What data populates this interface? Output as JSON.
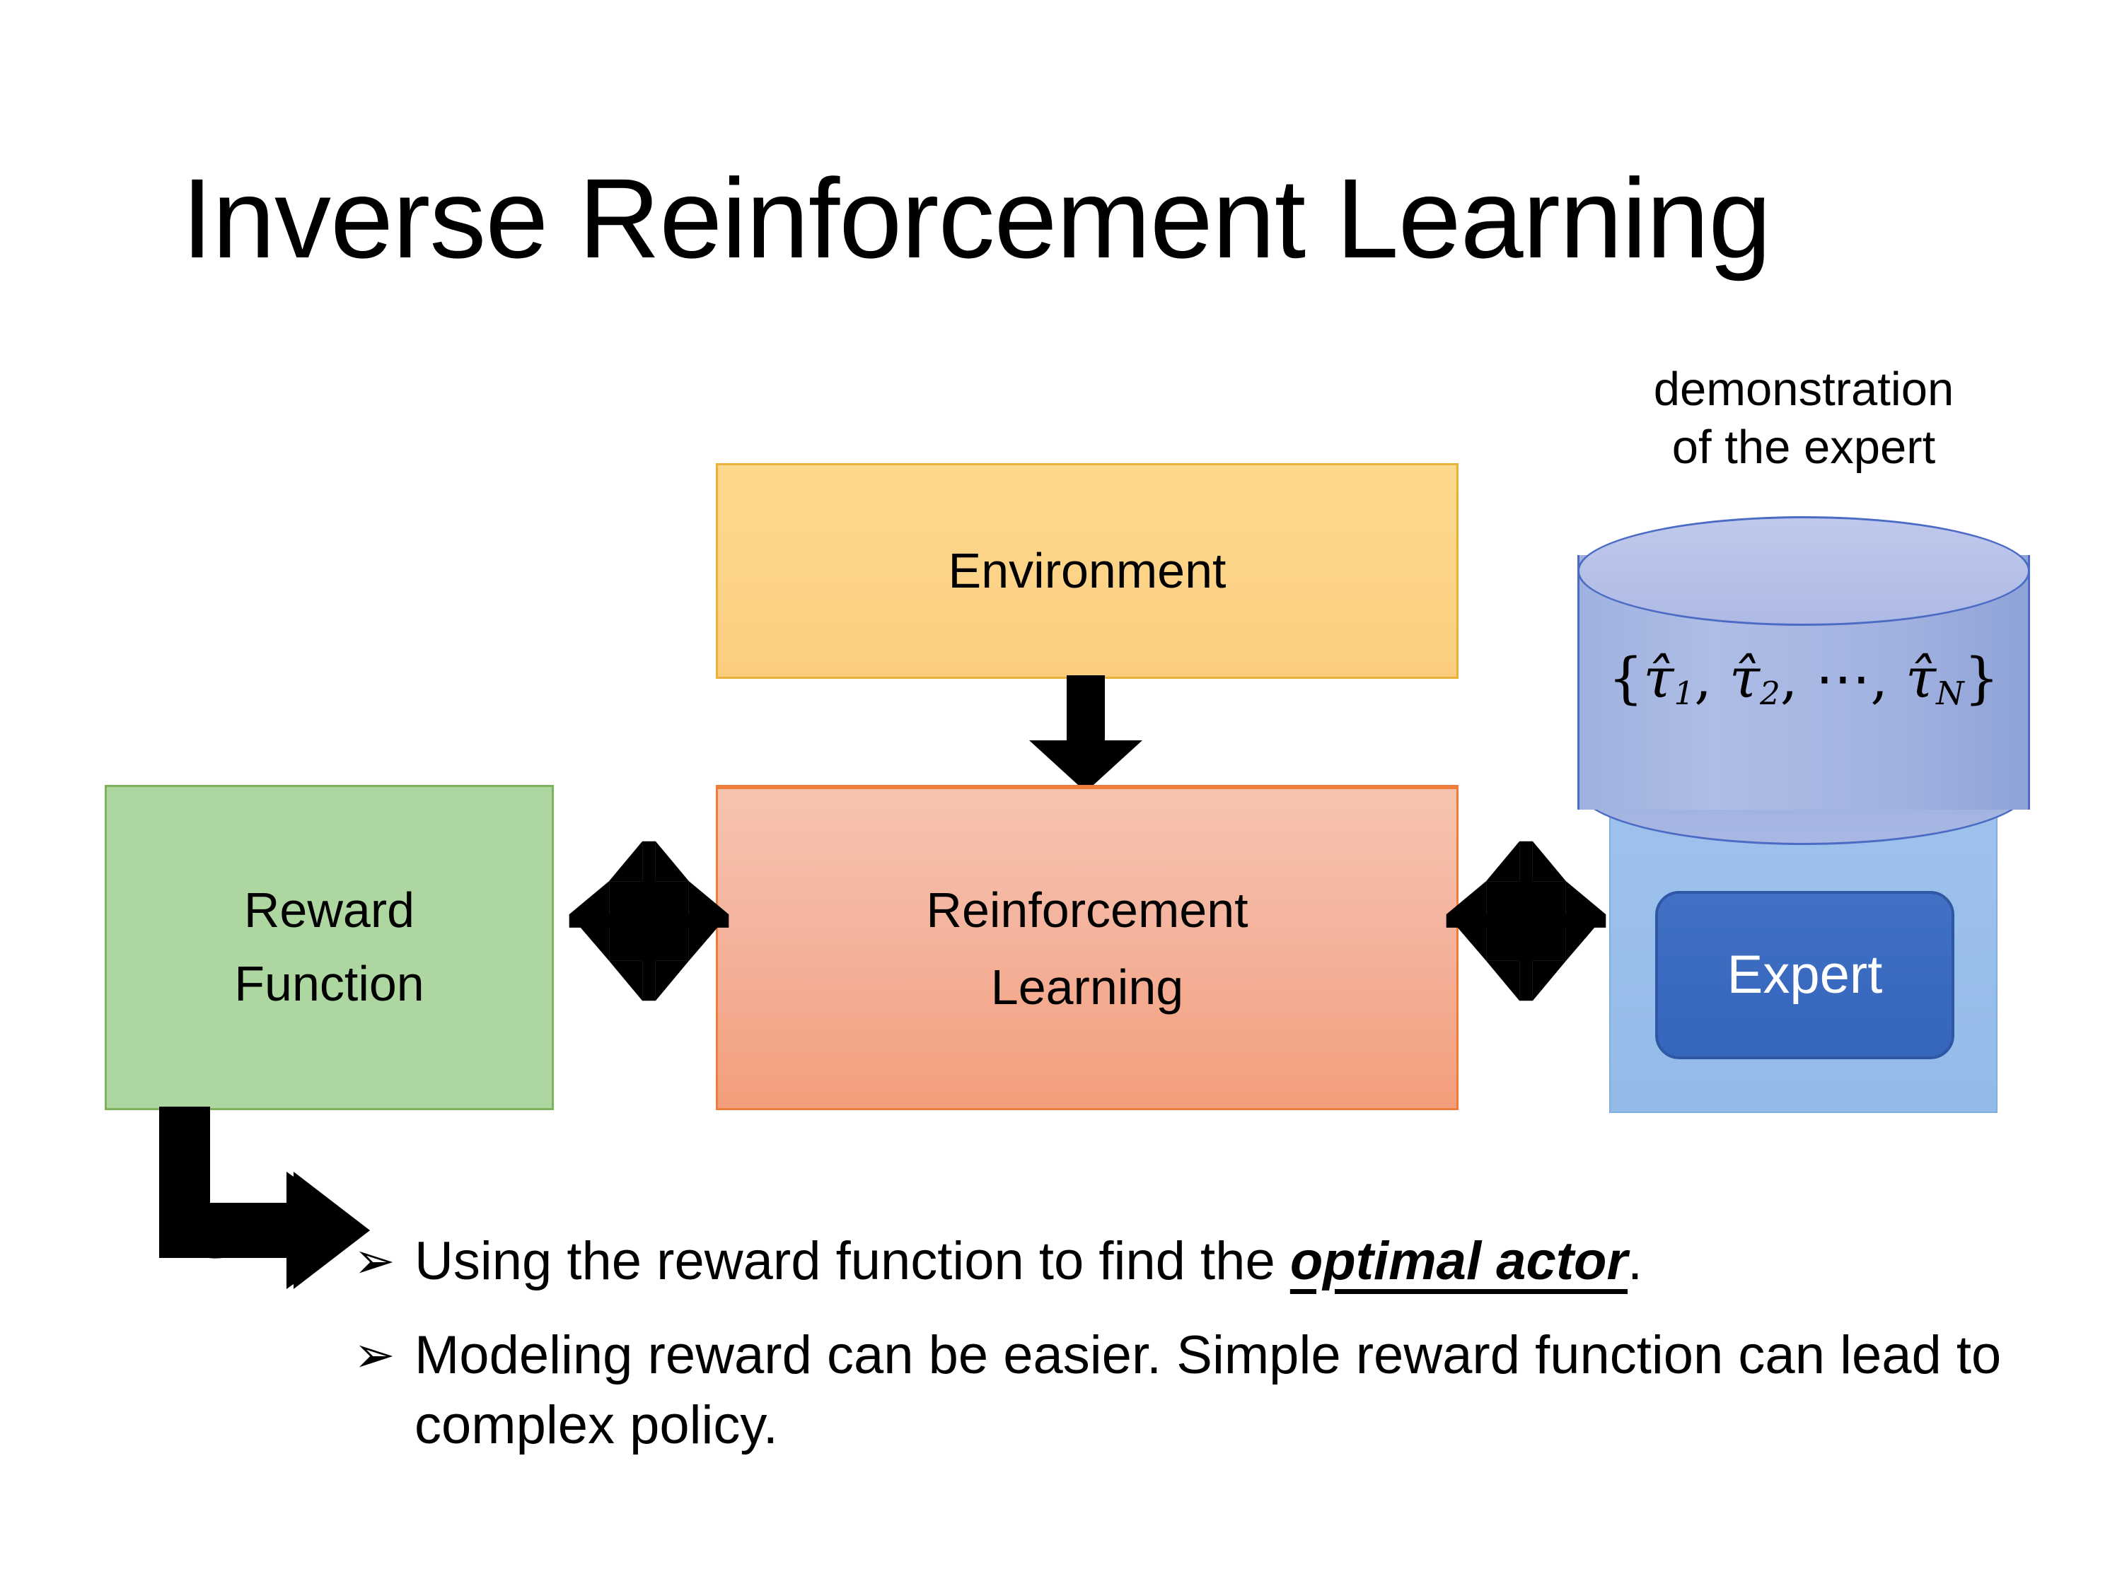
{
  "slide": {
    "title": "Inverse Reinforcement Learning",
    "background": "#FFFFFF"
  },
  "diagram": {
    "environment": {
      "label": "Environment",
      "fill": "#FCD387",
      "border": "#E8B13C"
    },
    "reinforcement_learning": {
      "label_line1": "Reinforcement",
      "label_line2": "Learning",
      "fill_top": "#F6C4AE",
      "fill_bottom": "#F39E7C",
      "border": "#ED7D3A"
    },
    "reward_function": {
      "label_line1": "Reward",
      "label_line2": "Function",
      "fill": "#AED6A0",
      "border": "#7BB35F"
    },
    "expert": {
      "caption_line1": "demonstration",
      "caption_line2": "of the expert",
      "cylinder_formula_open": "{",
      "cylinder_tau1": "τ̂",
      "cylinder_sub1": "1",
      "cylinder_sep1": ", ",
      "cylinder_tau2": "τ̂",
      "cylinder_sub2": "2",
      "cylinder_sep2": ", ⋯, ",
      "cylinder_tauN": "τ̂",
      "cylinder_subN": "N",
      "cylinder_formula_close": "}",
      "cylinder_formula_plain": "{τ̂₁, τ̂₂, ⋯, τ̂ₙ}",
      "button_label": "Expert",
      "cylinder_fill": "#A2B2E0",
      "cylinder_border": "#4B6BC4",
      "backplate_fill": "#94BAE8",
      "button_fill": "#3566BC",
      "button_text_color": "#FFFFFF"
    },
    "connectors": {
      "environment_to_rl": "down-arrow",
      "reward_to_rl": "quad-arrow",
      "rl_to_expert": "quad-arrow",
      "reward_to_bullet": "elbow-arrow",
      "color": "#000000"
    }
  },
  "bullets": [
    {
      "marker": "➢",
      "text_before": "Using the reward function to find the ",
      "emphasis": "optimal actor",
      "text_after": "."
    },
    {
      "marker": "➢",
      "text_before": "Modeling reward can be easier. Simple reward function can lead to complex policy.",
      "emphasis": "",
      "text_after": ""
    }
  ]
}
